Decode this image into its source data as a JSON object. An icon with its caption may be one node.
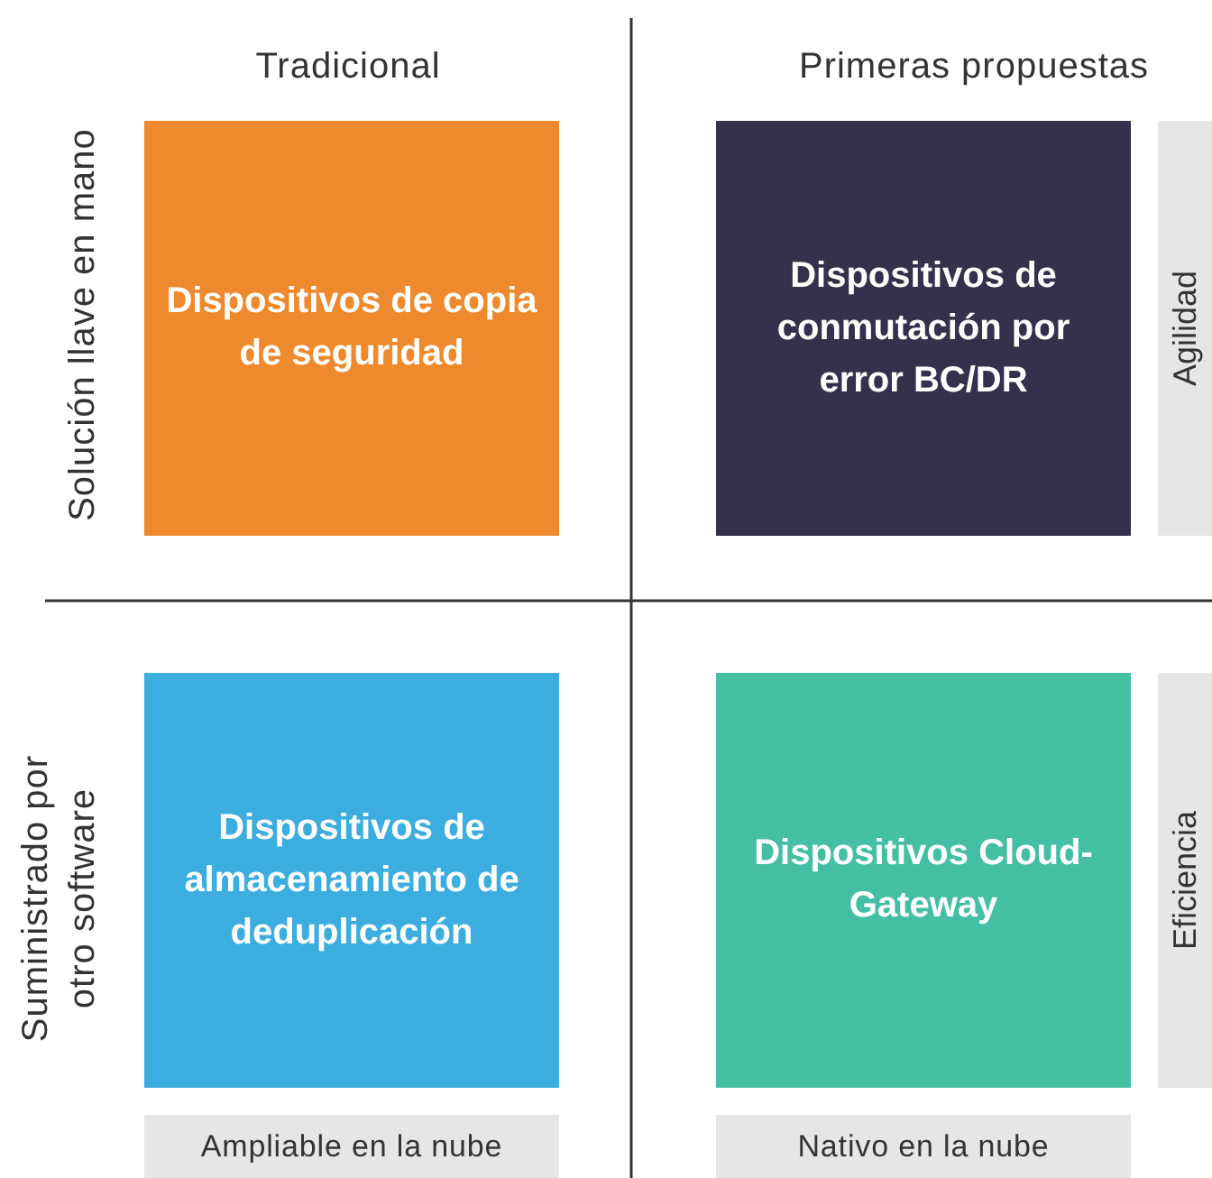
{
  "diagram": {
    "nodes": [
      {
        "text": [
          "Dispositivos de copia de seguridad"
        ]
      },
      {
        "text": [
          "Dispositivos de conmutación por error BC/DR"
        ]
      },
      {
        "text": [
          "Dispositivos de almacenamiento de deduplicación"
        ]
      },
      {
        "text": [
          "Dispositivos Cloud-Gateway"
        ]
      },
      {
        "text": [
          "Agilidad"
        ]
      },
      {
        "text": [
          "Eficiencia"
        ]
      },
      {
        "text": [
          "Ampliable en la nube"
        ]
      },
      {
        "text": [
          "Nativo en la nube"
        ]
      }
    ],
    "labels": [
      "Tradicional",
      "Primeras propuestas",
      "Solución llave en mano",
      "Suministrado por otro software"
    ]
  }
}
